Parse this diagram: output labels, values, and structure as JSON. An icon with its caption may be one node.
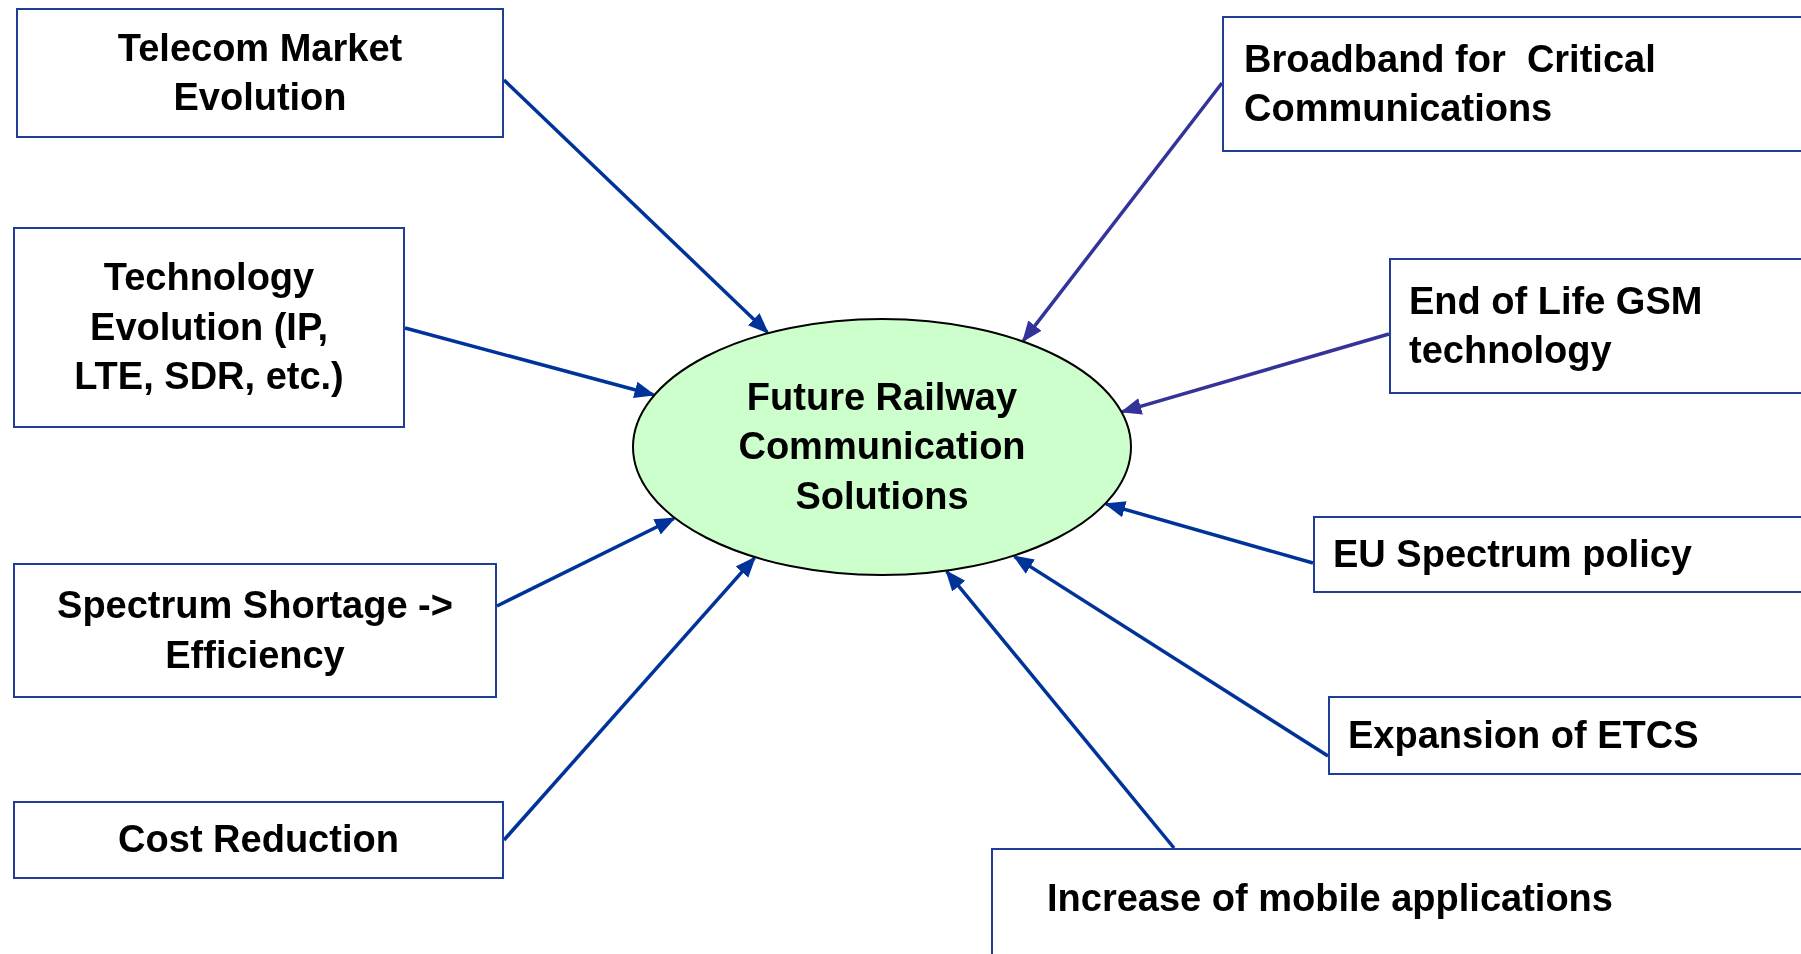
{
  "diagram": {
    "nodes": [
      {
        "text": [
          "Telecom Market Evolution"
        ]
      },
      {
        "text": [
          "Broadband for  Critical Communications"
        ]
      },
      {
        "text": [
          "Technology Evolution (IP, LTE, SDR, etc.)"
        ]
      },
      {
        "text": [
          "End of Life GSM technology"
        ]
      },
      {
        "text": [
          "Future Railway Communication Solutions"
        ]
      },
      {
        "text": [
          "Spectrum Shortage -> Efficiency"
        ]
      },
      {
        "text": [
          "EU Spectrum policy"
        ]
      },
      {
        "text": [
          "Expansion of ETCS"
        ]
      },
      {
        "text": [
          "Cost Reduction"
        ]
      },
      {
        "text": [
          "Increase of mobile applications"
        ]
      }
    ],
    "edges": [
      {
        "from": 0,
        "to": 4,
        "arrow": "to"
      },
      {
        "from": 2,
        "to": 4,
        "arrow": "to"
      },
      {
        "from": 5,
        "to": 4,
        "arrow": "to"
      },
      {
        "from": 8,
        "to": 4,
        "arrow": "to"
      },
      {
        "from": 1,
        "to": 4,
        "arrow": "to",
        "color": "#333399"
      },
      {
        "from": 3,
        "to": 4,
        "arrow": "to",
        "color": "#333399"
      },
      {
        "from": 6,
        "to": 4,
        "arrow": "to"
      },
      {
        "from": 7,
        "to": 4,
        "arrow": "to"
      },
      {
        "from": 9,
        "to": 4,
        "arrow": "to"
      }
    ]
  }
}
